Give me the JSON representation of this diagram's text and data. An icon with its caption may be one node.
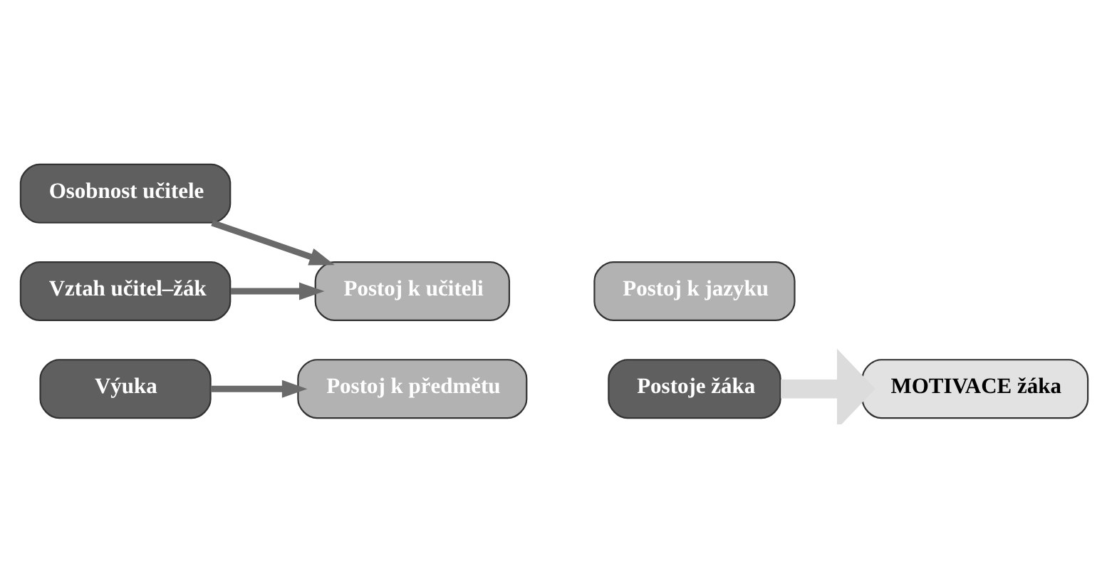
{
  "diagram": {
    "nodes": [
      {
        "text": [
          "Osobnost učitele"
        ]
      },
      {
        "text": [
          "Vztah učitel–žák"
        ]
      },
      {
        "text": [
          "Výuka"
        ]
      },
      {
        "text": [
          "Postoj k učiteli"
        ]
      },
      {
        "text": [
          "Postoj k předmětu"
        ]
      },
      {
        "text": [
          "Postoje žáka"
        ]
      },
      {
        "text": [
          "Postoj k jazyku"
        ]
      },
      {
        "text": [
          "MOTIVACE žáka"
        ]
      }
    ],
    "edges": [
      {
        "from": 0,
        "to": 3,
        "arrow": "to"
      },
      {
        "from": 1,
        "to": 3,
        "arrow": "to"
      },
      {
        "from": 2,
        "to": 4,
        "arrow": "to"
      },
      {
        "from": 5,
        "to": 7,
        "arrow": "to",
        "style": "thick",
        "color": "#dcdcdc"
      }
    ]
  }
}
